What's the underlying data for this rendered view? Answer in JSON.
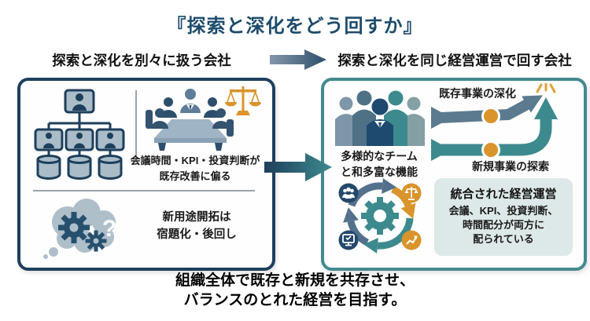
{
  "title": "『探索と深化をどう回すか』",
  "left": {
    "header": "探索と深化を別々に扱う会社",
    "meeting_caption": [
      "会議時間・KPI・投資判断が",
      "既存改善に偏る"
    ],
    "cloud_caption": [
      "新用途開拓は",
      "宿題化・後回し"
    ]
  },
  "right": {
    "header": "探索と深化を同じ経営運営で回す会社",
    "team_caption": [
      "多様的なチーム",
      "と和多富な機能"
    ],
    "arrow_labels": {
      "deepening": "既存事業の深化",
      "exploration": "新規事業の探索"
    },
    "summary": {
      "title": "統合された経営運営",
      "body": [
        "会議、KPI、投資判断、",
        "時間配分が両方に",
        "配られている"
      ]
    }
  },
  "footer": [
    "組織全体で既存と新規を共存させ、",
    "バランスのとれた経営を目指す。"
  ],
  "icons": {
    "question_mark": "?"
  },
  "colors": {
    "navy": "#1e3f5c",
    "slate": "#5b7a8f",
    "teal": "#3d8a8e",
    "orange": "#d9942b",
    "gray_blue": "#a9bcc8",
    "mint_panel": "#dde9e8",
    "title_text": "#1d4b6b"
  }
}
